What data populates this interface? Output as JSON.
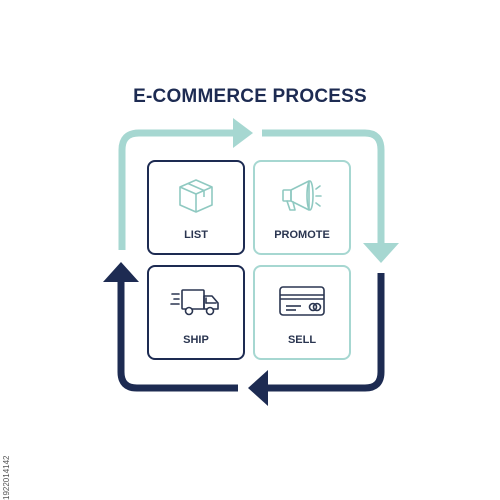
{
  "title": "E-COMMERCE PROCESS",
  "steps": [
    {
      "id": "list",
      "label": "LIST",
      "icon": "box-icon"
    },
    {
      "id": "promote",
      "label": "PROMOTE",
      "icon": "megaphone-icon"
    },
    {
      "id": "ship",
      "label": "SHIP",
      "icon": "delivery-truck-icon"
    },
    {
      "id": "sell",
      "label": "SELL",
      "icon": "credit-card-icon"
    }
  ],
  "flow_order": [
    "LIST",
    "PROMOTE",
    "SELL",
    "SHIP"
  ],
  "colors": {
    "dark_navy": "#1d2b52",
    "light_teal": "#a6d7d1",
    "title": "#1d2b52"
  },
  "watermark": "1922014142"
}
